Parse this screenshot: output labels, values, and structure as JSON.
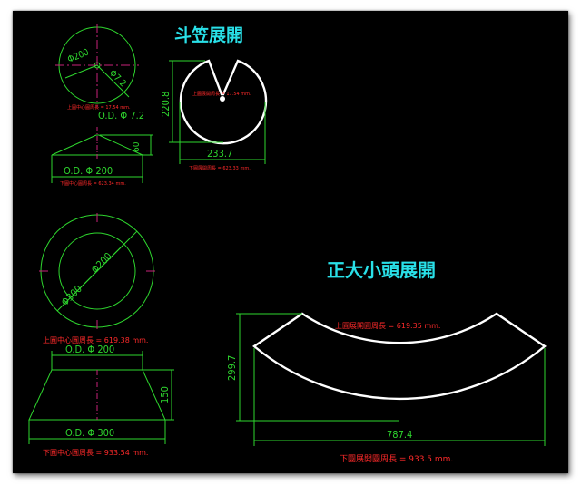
{
  "titles": {
    "funnel_unfold": "斗笠展開",
    "reducer_unfold": "正大小頭展開"
  },
  "cone": {
    "dia_large": "Φ200",
    "dia_small": "Φ7.2",
    "inner_circumference": "上圓中心圓周長 = 17.54 mm.",
    "od_top": "O.D. Φ 7.2",
    "height": "60",
    "od_bottom": "O.D. Φ 200",
    "outer_circumference": "下圓中心圓周長 = 623.34 mm."
  },
  "cone_flat": {
    "height": "220.8",
    "width": "233.7",
    "inner_note": "上圓展開周長 = 17.54 mm.",
    "outer_note": "下圓展開周長 = 623.33 mm."
  },
  "reducer": {
    "dia_outer": "Φ300",
    "dia_inner": "Φ200",
    "top_circumference": "上圓中心圓周長 = 619.38 mm.",
    "od_top": "O.D. Φ 200",
    "height": "150",
    "od_bottom": "O.D. Φ 300",
    "bottom_circumference": "下圓中心圓周長 = 933.54 mm."
  },
  "reducer_flat": {
    "top_note": "上圓展開圓周長 = 619.35 mm.",
    "height": "299.7",
    "width": "787.4",
    "bottom_note": "下圓展開圓周長 = 933.5 mm."
  },
  "colors": {
    "background": "#000000",
    "dimension": "#2ed62e",
    "centerline": "#c8227a",
    "outline": "#ffffff",
    "note": "#ff2a2a",
    "title": "#29e0e8"
  }
}
